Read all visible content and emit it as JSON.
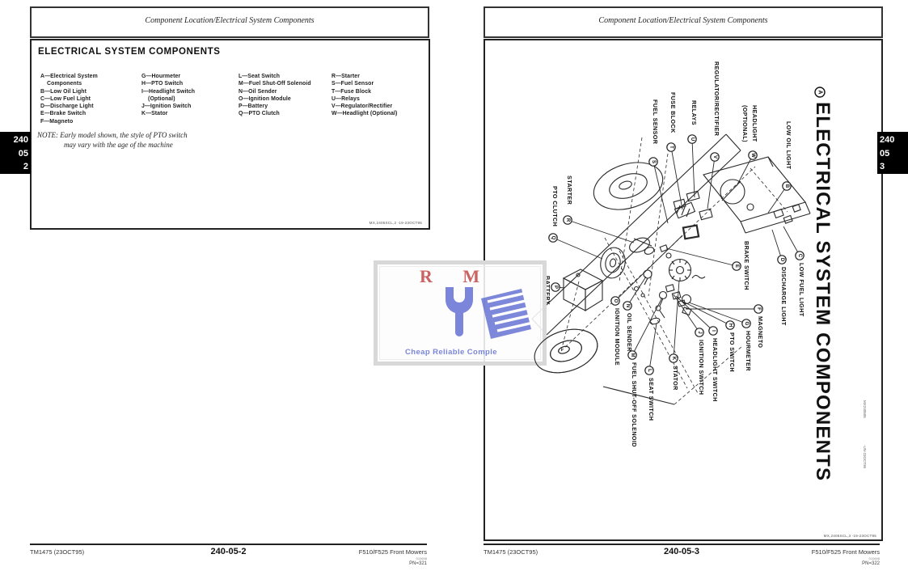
{
  "tabs": {
    "left": [
      "240",
      "05",
      "2"
    ],
    "right": [
      "240",
      "05",
      "3"
    ]
  },
  "left_page": {
    "header": "Component Location/Electrical System Components",
    "title": "ELECTRICAL SYSTEM COMPONENTS",
    "legend_columns": [
      [
        "A—Electrical System",
        "    Components",
        "B—Low Oil Light",
        "C—Low Fuel Light",
        "D—Discharge Light",
        "E—Brake Switch",
        "F—Magneto"
      ],
      [
        "G—Hourmeter",
        "H—PTO Switch",
        "I—Headlight Switch",
        "    (Optional)",
        "J—Ignition Switch",
        "K—Stator"
      ],
      [
        "L—Seat Switch",
        "M—Fuel Shut-Off Solenoid",
        "N—Oil Sender",
        "O—Ignition Module",
        "P—Battery",
        "Q—PTO Clutch"
      ],
      [
        "R—Starter",
        "S—Fuel Sensor",
        "T—Fuse Block",
        "U—Relays",
        "V—Regulator/Rectifier",
        "W—Headlight (Optional)"
      ]
    ],
    "note_label": "NOTE:",
    "note_line1": "Early model shown, the style of PTO switch",
    "note_line2": "may vary with the age of the machine",
    "fig_caption": "MX,2405SCL,2  -19-23OCT95",
    "footer": {
      "left": "TM1475 (23OCT95)",
      "center": "240-05-2",
      "right": "F510/F525 Front Mowers",
      "sub1": "010698",
      "sub2": "PN=321"
    }
  },
  "right_page": {
    "header": "Component Location/Electrical System Components",
    "diagram_title_letter": "A",
    "diagram_title": "ELECTRICAL SYSTEM COMPONENTS",
    "labels": [
      {
        "letter": "S",
        "text": "FUEL SENSOR"
      },
      {
        "letter": "T",
        "text": "FUSE BLOCK"
      },
      {
        "letter": "U",
        "text": "RELAYS"
      },
      {
        "letter": "V",
        "text": "REGULATOR/RECTIFIER"
      },
      {
        "letter": "W",
        "text": "HEADLIGHT",
        "extra": "(OPTIONAL)"
      },
      {
        "letter": "B",
        "text": "LOW OIL LIGHT"
      },
      {
        "letter": "C",
        "text": "LOW FUEL LIGHT"
      },
      {
        "letter": "D",
        "text": "DISCHARGE LIGHT"
      },
      {
        "letter": "R",
        "text": "STARTER"
      },
      {
        "letter": "Q",
        "text": "PTO CLUTCH"
      },
      {
        "letter": "P",
        "text": "BATTERY"
      },
      {
        "letter": "O",
        "text": "IGNITION MODULE"
      },
      {
        "letter": "N",
        "text": "OIL SENDER"
      },
      {
        "letter": "M",
        "text": "FUEL SHUT-OFF SOLENOID"
      },
      {
        "letter": "L",
        "text": "SEAT SWITCH"
      },
      {
        "letter": "K",
        "text": "STATOR"
      },
      {
        "letter": "J",
        "text": "IGNITION SWITCH"
      },
      {
        "letter": "I",
        "text": "HEADLIGHT SWITCH"
      },
      {
        "letter": "H",
        "text": "PTO SWITCH"
      },
      {
        "letter": "G",
        "text": "HOURMETER"
      },
      {
        "letter": "F",
        "text": "MAGNETO"
      },
      {
        "letter": "E",
        "text": "BRAKE SWITCH"
      }
    ],
    "side_caption_1": "MX240505",
    "side_caption_2": "-UN-23OCT95",
    "fig_caption": "MX,2405SCL,3  -19-23OCT95",
    "footer": {
      "left": "TM1475 (23OCT95)",
      "center": "240-05-3",
      "right": "F510/F525 Front Mowers",
      "sub1": "010698",
      "sub2": "PN=322"
    }
  },
  "watermark": {
    "initials": "R M",
    "caption": "Cheap Reliable Comple"
  }
}
